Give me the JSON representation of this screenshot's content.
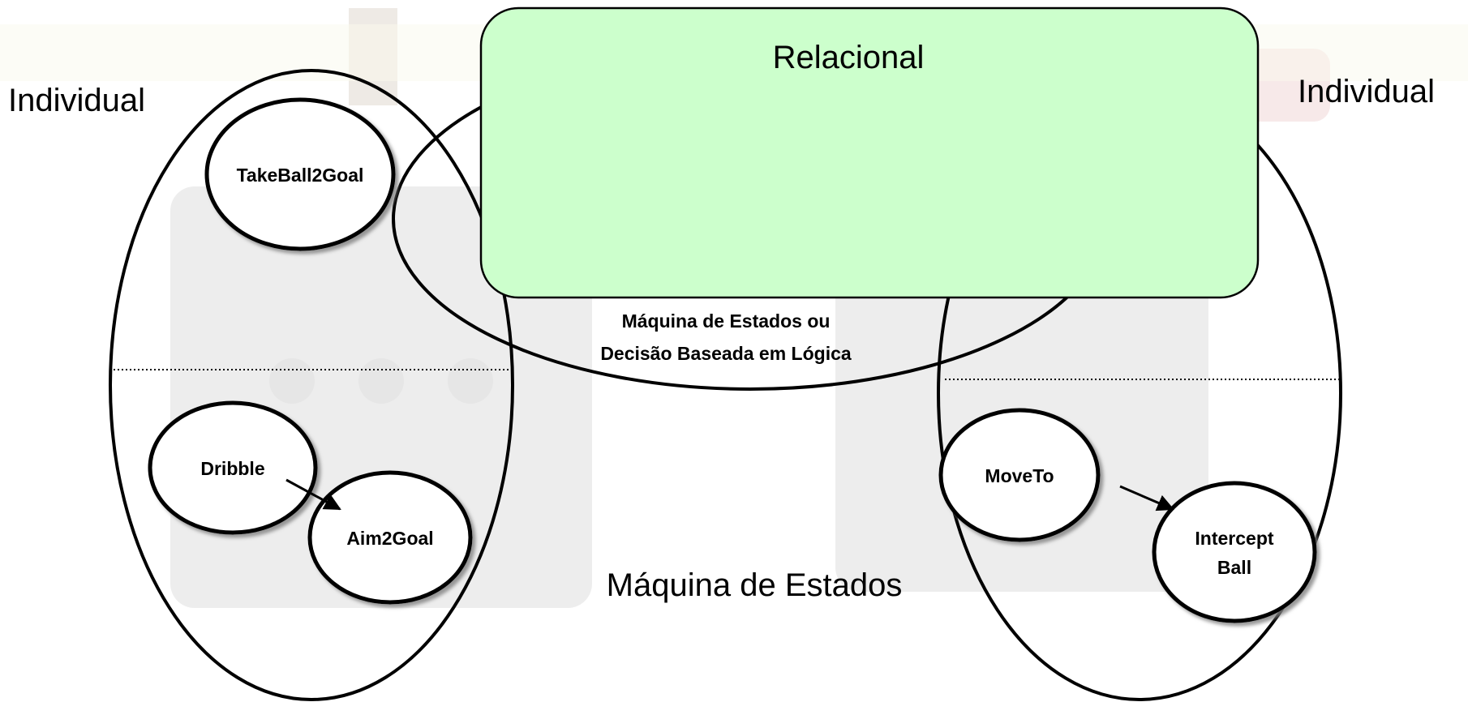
{
  "colors": {
    "relational_fill": "#ccffcc",
    "stroke": "#000000",
    "background_watermark": "#d9d9d9"
  },
  "labels": {
    "individual_left": "Individual",
    "individual_right": "Individual",
    "relacional": "Relacional",
    "machine_or_logic_line1": "Máquina de Estados ou",
    "machine_or_logic_line2": "Decisão Baseada em Lógica",
    "state_machine": "Máquina de Estados"
  },
  "nodes": {
    "takeball2goal": "TakeBall2Goal",
    "dribble": "Dribble",
    "aim2goal": "Aim2Goal",
    "moveto": "MoveTo",
    "intercept_line1": "Intercept",
    "intercept_line2": "Ball"
  }
}
